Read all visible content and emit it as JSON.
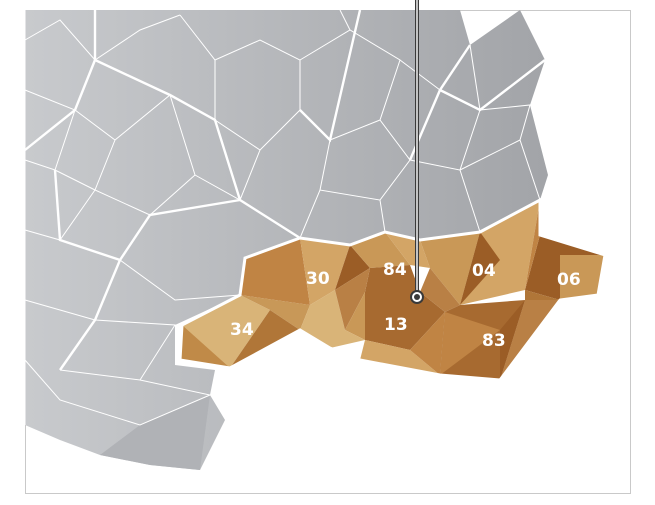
{
  "map": {
    "colors": {
      "background_region": "#a9abaf",
      "background_region_light": "#c4c6c9",
      "border": "#ffffff",
      "highlight_dark": "#9a5a24",
      "highlight_mid": "#b57a3a",
      "highlight_light": "#d7ad6b",
      "marker": "#3a3a3a"
    },
    "departments": [
      {
        "code": "34"
      },
      {
        "code": "30"
      },
      {
        "code": "84"
      },
      {
        "code": "13"
      },
      {
        "code": "04"
      },
      {
        "code": "83"
      },
      {
        "code": "06"
      }
    ],
    "marker": {
      "icon": "location-pin-icon"
    }
  }
}
